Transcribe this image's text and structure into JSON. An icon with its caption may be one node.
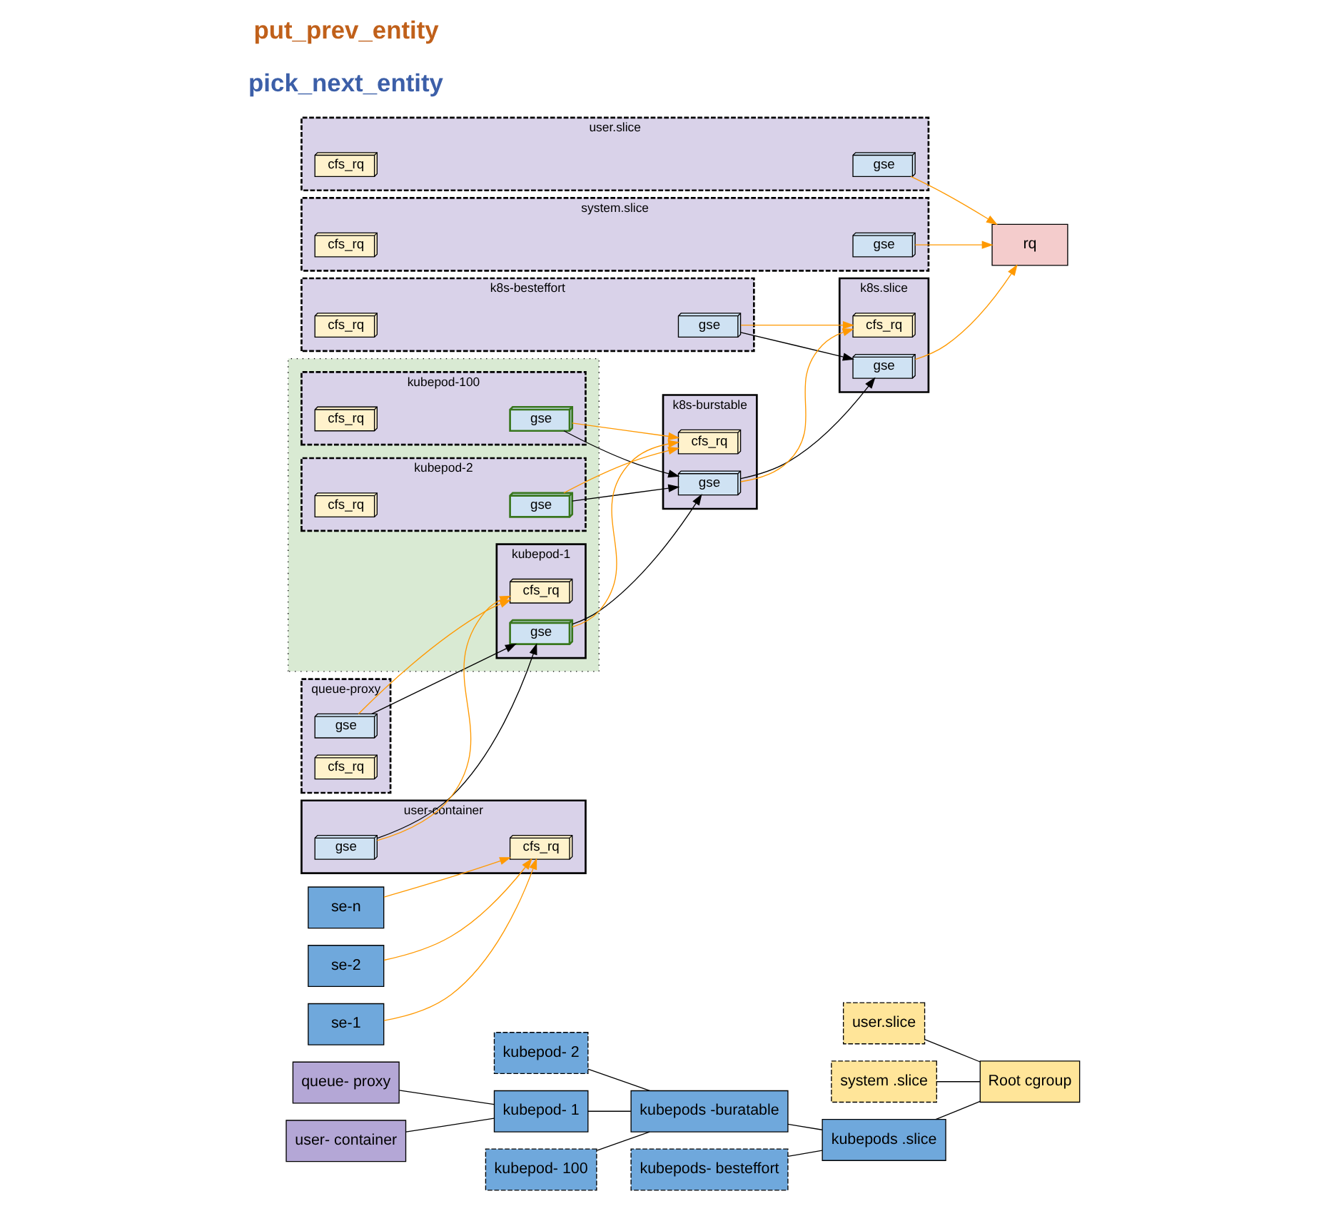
{
  "diagram": {
    "nodes": [
      {
        "text": [
          "queue- proxy"
        ]
      },
      {
        "text": [
          "user- container"
        ]
      },
      {
        "text": [
          "kubepod- 100"
        ]
      },
      {
        "text": [
          "kubepod- 2"
        ]
      },
      {
        "text": [
          "kubepod- 1"
        ]
      },
      {
        "text": [
          "kubepods- besteffort"
        ]
      },
      {
        "text": [
          "kubepods -buratable"
        ]
      },
      {
        "text": [
          "user.slice"
        ]
      },
      {
        "text": [
          "system .slice"
        ]
      },
      {
        "text": [
          "kubepods .slice"
        ]
      },
      {
        "text": [
          "Root cgroup"
        ]
      },
      {
        "text": [],
        "shape": "box"
      },
      {
        "text": [
          "kubepod-100"
        ],
        "in": 11
      },
      {
        "text": [
          "gse"
        ],
        "in": 12
      },
      {
        "text": [
          "cfs_rq"
        ],
        "in": 12
      },
      {
        "text": [
          "queue-proxy"
        ]
      },
      {
        "text": [
          "gse"
        ],
        "in": 15
      },
      {
        "text": [
          "cfs_rq"
        ],
        "in": 15
      },
      {
        "text": [
          "kubepod-2"
        ],
        "in": 11
      },
      {
        "text": [
          "gse"
        ],
        "in": 18
      },
      {
        "text": [
          "cfs_rq"
        ],
        "in": 18
      },
      {
        "text": [
          "k8s-besteffort"
        ]
      },
      {
        "text": [
          "gse"
        ],
        "in": 21
      },
      {
        "text": [
          "cfs_rq"
        ],
        "in": 21
      },
      {
        "text": [
          "user.slice"
        ]
      },
      {
        "text": [
          "gse"
        ],
        "in": 24
      },
      {
        "text": [
          "cfs_rq"
        ],
        "in": 24
      },
      {
        "text": [
          "system.slice"
        ]
      },
      {
        "text": [
          "gse"
        ],
        "in": 27
      },
      {
        "text": [
          "cfs_rq"
        ],
        "in": 27
      },
      {
        "text": [
          "se-n"
        ]
      },
      {
        "text": [
          "se-2"
        ]
      },
      {
        "text": [
          "se-1"
        ]
      },
      {
        "text": [
          "user-container"
        ]
      },
      {
        "text": [
          "gse"
        ],
        "in": 33
      },
      {
        "text": [
          "cfs_rq"
        ],
        "in": 33
      },
      {
        "text": [
          "kubepod-1"
        ],
        "in": 11
      },
      {
        "text": [
          "gse"
        ],
        "in": 36
      },
      {
        "text": [
          "cfs_rq"
        ],
        "in": 36
      },
      {
        "text": [
          "k8s-burstable"
        ]
      },
      {
        "text": [
          "gse"
        ],
        "in": 39
      },
      {
        "text": [
          "cfs_rq"
        ],
        "in": 39
      },
      {
        "text": [
          "k8s.slice"
        ]
      },
      {
        "text": [
          "gse"
        ],
        "in": 42
      },
      {
        "text": [
          "cfs_rq"
        ],
        "in": 42
      },
      {
        "text": [
          "rq"
        ]
      }
    ],
    "edges": [
      {
        "from": 0,
        "to": 4,
        "arrow": "none"
      },
      {
        "from": 1,
        "to": 4,
        "arrow": "none"
      },
      {
        "from": 2,
        "to": 6,
        "arrow": "none"
      },
      {
        "from": 3,
        "to": 6,
        "arrow": "none"
      },
      {
        "from": 4,
        "to": 6,
        "arrow": "none"
      },
      {
        "from": 5,
        "to": 9,
        "arrow": "none"
      },
      {
        "from": 6,
        "to": 9,
        "arrow": "none"
      },
      {
        "from": 7,
        "to": 10,
        "arrow": "none"
      },
      {
        "from": 8,
        "to": 10,
        "arrow": "none"
      },
      {
        "from": 9,
        "to": 10,
        "arrow": "none"
      },
      {
        "from": 34,
        "to": 37,
        "arrow": "to"
      },
      {
        "from": 16,
        "to": 37,
        "arrow": "to"
      },
      {
        "from": 37,
        "to": 40,
        "arrow": "to"
      },
      {
        "from": 19,
        "to": 40,
        "arrow": "to"
      },
      {
        "from": 13,
        "to": 40,
        "arrow": "to"
      },
      {
        "from": 40,
        "to": 43,
        "arrow": "to"
      },
      {
        "from": 22,
        "to": 43,
        "arrow": "to"
      },
      {
        "from": 30,
        "to": 35,
        "arrow": "to",
        "color": "#ff9900"
      },
      {
        "from": 31,
        "to": 35,
        "arrow": "to",
        "color": "#ff9900"
      },
      {
        "from": 32,
        "to": 35,
        "arrow": "to",
        "color": "#ff9900"
      },
      {
        "from": 34,
        "to": 38,
        "arrow": "to",
        "color": "#ff9900"
      },
      {
        "from": 16,
        "to": 38,
        "arrow": "to",
        "color": "#ff9900"
      },
      {
        "from": 37,
        "to": 41,
        "arrow": "to",
        "color": "#ff9900"
      },
      {
        "from": 19,
        "to": 41,
        "arrow": "to",
        "color": "#ff9900"
      },
      {
        "from": 13,
        "to": 41,
        "arrow": "to",
        "color": "#ff9900"
      },
      {
        "from": 40,
        "to": 44,
        "arrow": "to",
        "color": "#ff9900"
      },
      {
        "from": 22,
        "to": 44,
        "arrow": "to",
        "color": "#ff9900"
      },
      {
        "from": 43,
        "to": 45,
        "arrow": "to",
        "color": "#ff9900"
      },
      {
        "from": 28,
        "to": 45,
        "arrow": "to",
        "color": "#ff9900"
      },
      {
        "from": 25,
        "to": 45,
        "arrow": "to",
        "color": "#ff9900"
      }
    ],
    "labels": [
      "pick_next_entity",
      "put_prev_entity"
    ]
  }
}
